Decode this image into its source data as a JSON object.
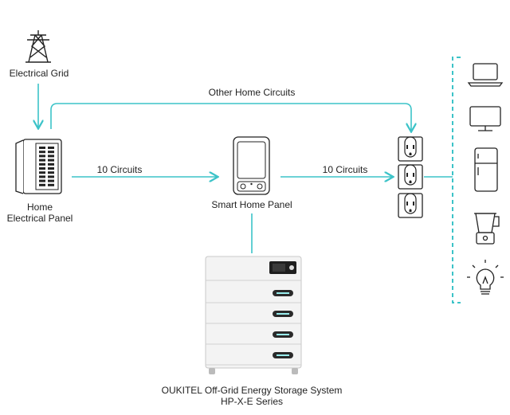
{
  "nodes": {
    "grid": {
      "label": "Electrical Grid"
    },
    "home_panel": {
      "label_line1": "Home",
      "label_line2": "Electrical Panel"
    },
    "smart_panel": {
      "label": "Smart Home Panel"
    },
    "storage": {
      "label_line1": "OUKITEL Off-Grid Energy Storage System",
      "label_line2": "HP-X-E Series"
    }
  },
  "edges": {
    "other_circuits": "Other Home Circuits",
    "circuits_left": "10 Circuits",
    "circuits_right": "10 Circuits"
  },
  "appliances": [
    {
      "icon": "laptop-icon"
    },
    {
      "icon": "monitor-icon"
    },
    {
      "icon": "refrigerator-icon"
    },
    {
      "icon": "blender-icon"
    },
    {
      "icon": "lightbulb-icon"
    }
  ],
  "colors": {
    "accent": "#3cc3c8",
    "line": "#333333",
    "device": "#f2f2f2"
  }
}
